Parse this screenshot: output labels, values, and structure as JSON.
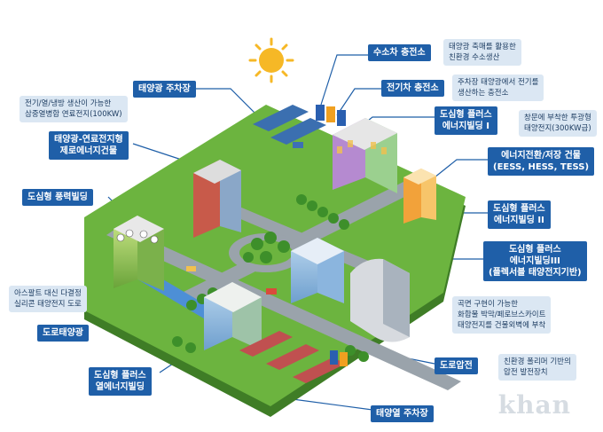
{
  "labels": {
    "hydrogen_station": "수소차 충전소",
    "hydrogen_desc": [
      "태양광 축매를 활용한",
      "친환경 수소생산"
    ],
    "solar_parking": "태양광 주차장",
    "ev_station": "전기차 충전소",
    "ev_desc": [
      "주차장 태양광에서 전기를",
      "생산하는 충전소"
    ],
    "fuelcell_desc": [
      "전기/열/냉방 생산이 가능한",
      "삼중열병합 연료전지(100KW)"
    ],
    "plus_building_1": [
      "도심형 플러스",
      "에너지빌딩 I"
    ],
    "plus_building_1_desc": [
      "창문에 부착한 투광형",
      "태양전지(300KW급)"
    ],
    "solar_fuelcell_building": [
      "태양광-연료전지형",
      "제로에너지건물"
    ],
    "energy_storage": [
      "에너지전환/저장 건물",
      "(EESS, HESS, TESS)"
    ],
    "wind_building": "도심형 풍력빌딩",
    "plus_building_2": [
      "도심형 플러스",
      "에너지빌딩 II"
    ],
    "plus_building_3": [
      "도심형 플러스",
      "에너지빌딩III",
      "(플렉서블 태양전지기반)"
    ],
    "asphalt_desc": [
      "아스팔트 대신 다결정",
      "실리콘 태양전지 도로"
    ],
    "curve_desc": [
      "곡면 구현이 가능한",
      "화합물 박막/페로브스카이트",
      "태양전지를 건물외벽에 부착"
    ],
    "road_solar": "도로태양광",
    "road_piezo": "도로압전",
    "piezo_desc": [
      "친환경 폴리머 기반의",
      "압전 발전장치"
    ],
    "thermal_building": [
      "도심형 플러스",
      "열에너지빌딩"
    ],
    "solar_thermal_parking": "태양열 주차장"
  },
  "watermark": "khan",
  "colors": {
    "label_bg": "#1f5fa8",
    "desc_bg": "#dbe7f3",
    "grass": "#6cb43f",
    "grass_side": "#3f7d26",
    "road": "#9aa3ab"
  }
}
